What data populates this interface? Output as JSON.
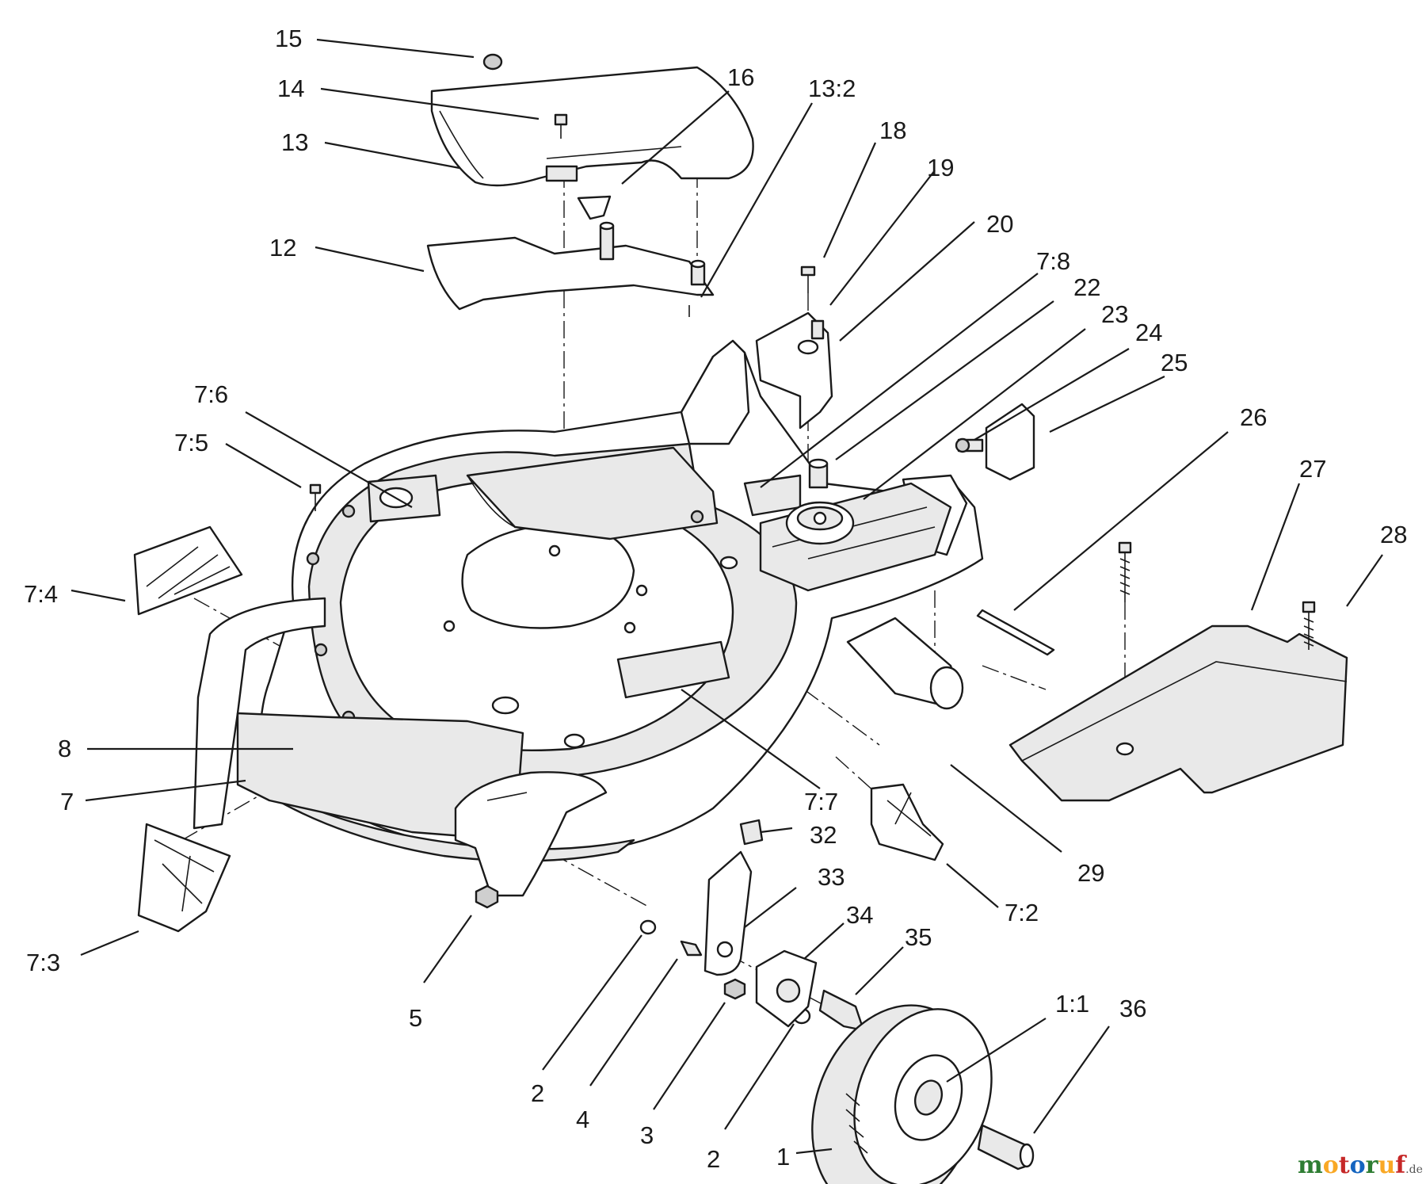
{
  "diagram": {
    "callouts": [
      {
        "id": "15",
        "text": "15"
      },
      {
        "id": "14",
        "text": "14"
      },
      {
        "id": "13",
        "text": "13"
      },
      {
        "id": "16",
        "text": "16"
      },
      {
        "id": "13_2",
        "text": "13:2"
      },
      {
        "id": "18",
        "text": "18"
      },
      {
        "id": "19",
        "text": "19"
      },
      {
        "id": "20",
        "text": "20"
      },
      {
        "id": "12",
        "text": "12"
      },
      {
        "id": "7_8",
        "text": "7:8"
      },
      {
        "id": "22",
        "text": "22"
      },
      {
        "id": "23",
        "text": "23"
      },
      {
        "id": "24",
        "text": "24"
      },
      {
        "id": "25",
        "text": "25"
      },
      {
        "id": "26",
        "text": "26"
      },
      {
        "id": "27",
        "text": "27"
      },
      {
        "id": "28",
        "text": "28"
      },
      {
        "id": "7_6",
        "text": "7:6"
      },
      {
        "id": "7_5",
        "text": "7:5"
      },
      {
        "id": "7_4",
        "text": "7:4"
      },
      {
        "id": "8",
        "text": "8"
      },
      {
        "id": "7",
        "text": "7"
      },
      {
        "id": "7_7",
        "text": "7:7"
      },
      {
        "id": "29",
        "text": "29"
      },
      {
        "id": "32",
        "text": "32"
      },
      {
        "id": "33",
        "text": "33"
      },
      {
        "id": "34",
        "text": "34"
      },
      {
        "id": "35",
        "text": "35"
      },
      {
        "id": "1_1",
        "text": "1:1"
      },
      {
        "id": "36",
        "text": "36"
      },
      {
        "id": "7_2",
        "text": "7:2"
      },
      {
        "id": "7_3",
        "text": "7:3"
      },
      {
        "id": "5",
        "text": "5"
      },
      {
        "id": "2a",
        "text": "2"
      },
      {
        "id": "4",
        "text": "4"
      },
      {
        "id": "3",
        "text": "3"
      },
      {
        "id": "2b",
        "text": "2"
      },
      {
        "id": "1",
        "text": "1"
      }
    ]
  },
  "watermark": {
    "parts": [
      {
        "text": "m",
        "color": "#2e7d32"
      },
      {
        "text": "o",
        "color": "#f9a825"
      },
      {
        "text": "t",
        "color": "#c62828"
      },
      {
        "text": "o",
        "color": "#1565c0"
      },
      {
        "text": "r",
        "color": "#2e7d32"
      },
      {
        "text": "u",
        "color": "#f9a825"
      },
      {
        "text": "f",
        "color": "#c62828"
      }
    ],
    "suffix": ".de"
  },
  "colors": {
    "line": "#1a1a1a",
    "background": "#ffffff"
  }
}
